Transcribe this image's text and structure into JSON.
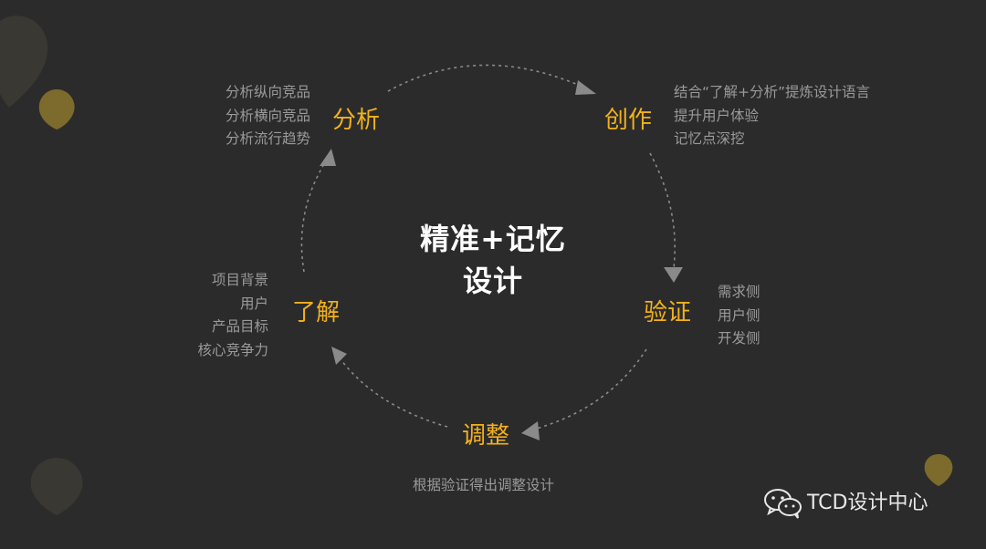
{
  "center": {
    "line1": "精准+记忆",
    "line2": "设计"
  },
  "nodes": {
    "analyze": {
      "label": "分析",
      "notes": [
        "分析纵向竞品",
        "分析横向竞品",
        "分析流行趋势"
      ]
    },
    "create": {
      "label": "创作",
      "notes": [
        "结合“了解+分析”提炼设计语言",
        "提升用户体验",
        "记忆点深挖"
      ]
    },
    "verify": {
      "label": "验证",
      "notes": [
        "需求侧",
        "用户侧",
        "开发侧"
      ]
    },
    "adjust": {
      "label": "调整",
      "notes": [
        "根据验证得出调整设计"
      ]
    },
    "understand": {
      "label": "了解",
      "notes": [
        "项目背景",
        "用户",
        "产品目标",
        "核心竞争力"
      ]
    }
  },
  "brand": {
    "name": "TCD设计中心",
    "icon": "wechat-icon"
  },
  "colors": {
    "background": "#2b2b2b",
    "node_text": "#f2b11c",
    "notes_text": "#9a9a9a",
    "title_text": "#ffffff",
    "arrow": "#8a8a8a",
    "decor_gold": "#7c6b2c",
    "decor_dark": "#3a3832"
  }
}
